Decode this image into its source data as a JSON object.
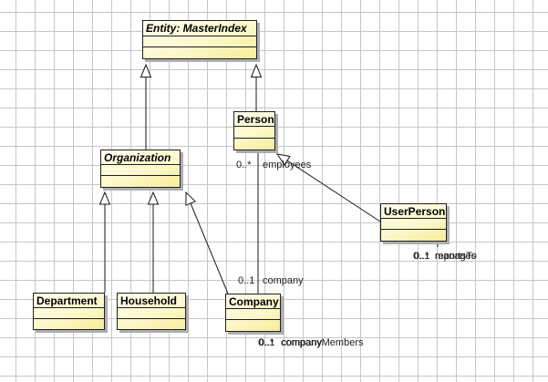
{
  "diagram": {
    "classes": [
      {
        "name": "Entity: MasterIndex",
        "abstract": true
      },
      {
        "name": "Person",
        "abstract": false
      },
      {
        "name": "Organization",
        "abstract": true
      },
      {
        "name": "UserPerson",
        "abstract": false
      },
      {
        "name": "Department",
        "abstract": false
      },
      {
        "name": "Household",
        "abstract": false
      },
      {
        "name": "Company",
        "abstract": false
      }
    ],
    "association_person_company": {
      "person_end_multiplicity": "0..*",
      "person_end_role": "employees",
      "company_end_multiplicity": "0..1",
      "company_end_role": "company"
    },
    "overlapping_labels_company": {
      "multiplicity_1": "0..1",
      "multiplicity_2": "0..*",
      "role_1": "company",
      "role_2": "companyMembers"
    },
    "overlapping_labels_userperson": {
      "multiplicity_1": "0..1",
      "multiplicity_2": "0..*",
      "role_1": "manages",
      "role_2": "reportsTo"
    }
  }
}
